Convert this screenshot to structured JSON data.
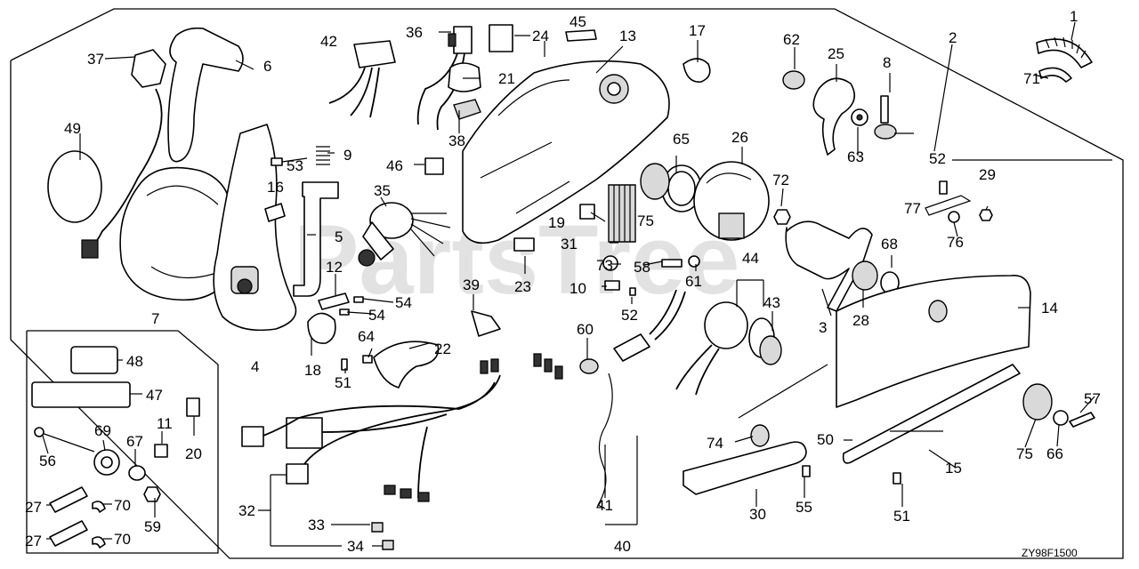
{
  "diagram": {
    "code": "ZY98F1500",
    "watermark": "PartsTree"
  },
  "callouts": [
    "1",
    "2",
    "3",
    "4",
    "5",
    "6",
    "7",
    "8",
    "9",
    "10",
    "11",
    "12",
    "13",
    "14",
    "15",
    "16",
    "17",
    "18",
    "19",
    "20",
    "21",
    "22",
    "23",
    "24",
    "25",
    "26",
    "27",
    "27",
    "28",
    "29",
    "30",
    "31",
    "32",
    "33",
    "34",
    "35",
    "36",
    "37",
    "38",
    "39",
    "40",
    "41",
    "42",
    "43",
    "44",
    "45",
    "46",
    "47",
    "48",
    "49",
    "50",
    "51",
    "51",
    "52",
    "52",
    "53",
    "54",
    "54",
    "55",
    "56",
    "57",
    "58",
    "59",
    "60",
    "61",
    "62",
    "63",
    "64",
    "65",
    "66",
    "67",
    "68",
    "69",
    "70",
    "70",
    "71",
    "72",
    "73",
    "74",
    "75",
    "75",
    "76",
    "77"
  ]
}
